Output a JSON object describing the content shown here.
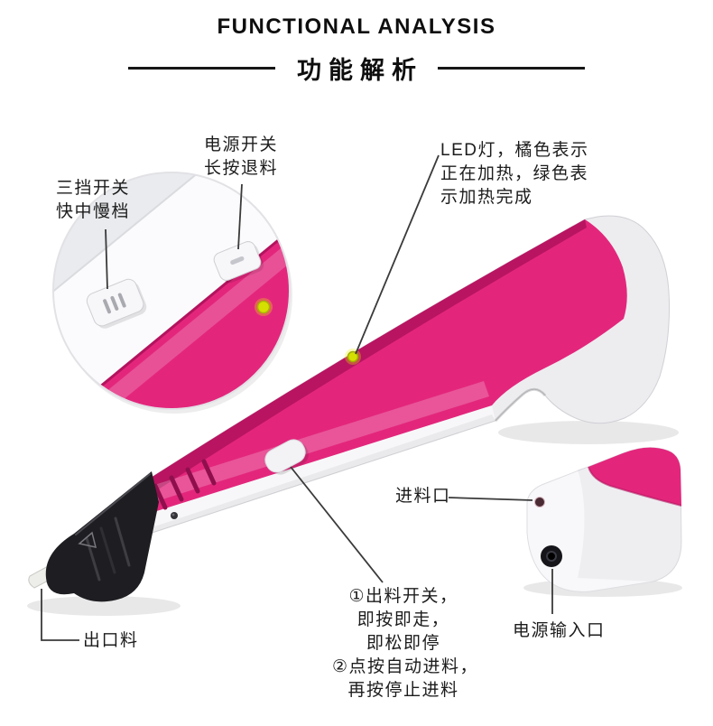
{
  "header": {
    "title_en": "FUNCTIONAL ANALYSIS",
    "title_zh": "功能解析"
  },
  "callouts": {
    "gear_switch": {
      "line1": "三挡开关",
      "line2": "快中慢档"
    },
    "power_switch": {
      "line1": "电源开关",
      "line2": "长按退料"
    },
    "led": {
      "line1": "LED灯，橘色表示",
      "line2": "正在加热，绿色表",
      "line3": "示加热完成"
    },
    "feed_inlet": {
      "label": "进料口"
    },
    "power_input": {
      "label": "电源输入口"
    },
    "discharge_switch": {
      "line1": "①出料开关，",
      "line2": "即按即走，",
      "line3": "即松即停",
      "line4": "②点按自动进料，",
      "line5": "再按停止进料"
    },
    "outlet": {
      "label": "出口料"
    }
  },
  "colors": {
    "pen_pink": "#e3267c",
    "pen_pink_dark": "#b3135e",
    "pen_white": "#f7f7f9",
    "nozzle_black": "#1e1e22",
    "led_yellow": "#d6e000",
    "line_color": "#3a3a3a"
  }
}
